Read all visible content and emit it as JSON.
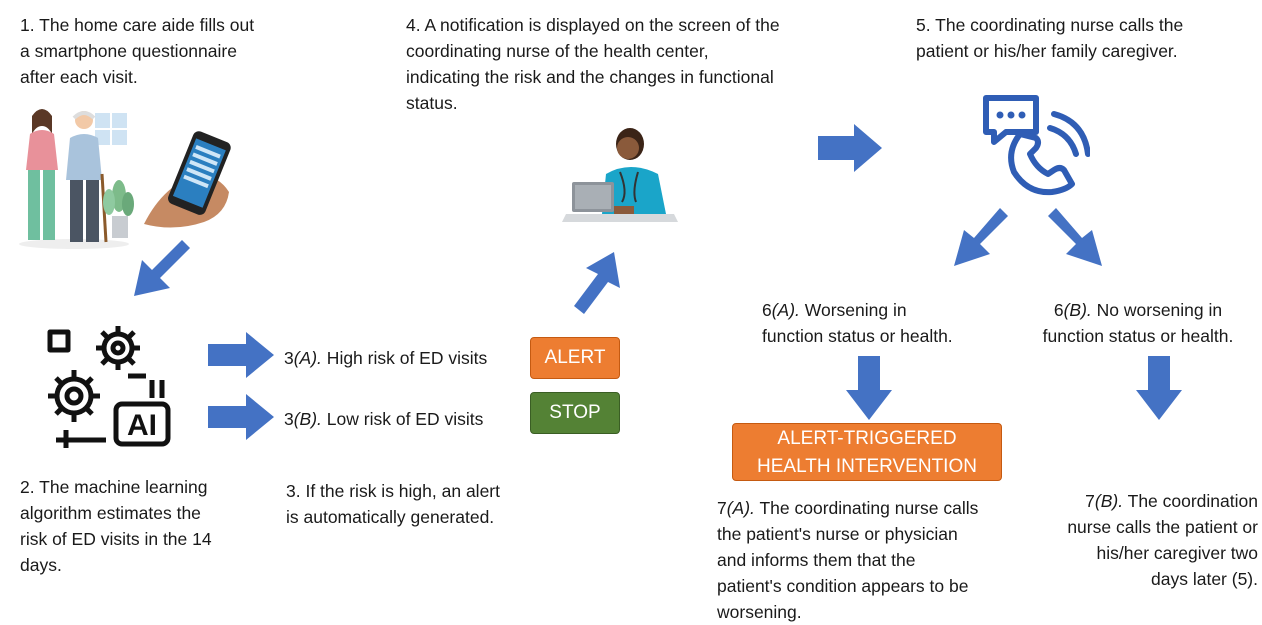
{
  "steps": {
    "s1": "1. The home care aide fills out\na smartphone questionnaire\nafter each visit.",
    "s2": "2. The machine learning\nalgorithm estimates the\nrisk of ED visits in the 14\ndays.",
    "s3a_prefix": "3",
    "s3a_em": "(A).",
    "s3a_text": " High risk of ED visits",
    "s3b_prefix": "3",
    "s3b_em": "(B).",
    "s3b_text": " Low risk of ED visits",
    "s3": "3. If the risk is high, an alert\nis automatically generated.",
    "s4": "4. A notification is displayed on the screen of the\ncoordinating nurse of the health center,\nindicating the risk and the changes in functional\nstatus.",
    "s5": "5. The coordinating nurse calls the\npatient or his/her family caregiver.",
    "s6a_prefix": "6",
    "s6a_em": "(A).",
    "s6a_text": " Worsening in\nfunction status or health.",
    "s6b_prefix": "6",
    "s6b_em": "(B).",
    "s6b_text": " No worsening in\nfunction status or health.",
    "s7a_prefix": "7",
    "s7a_em": "(A).",
    "s7a_text": " The coordinating nurse calls\nthe patient's nurse or physician\nand informs them that the\npatient's condition appears to be\nworsening.",
    "s7b_prefix": "7",
    "s7b_em": "(B).",
    "s7b_text": " The coordination\nnurse calls the patient or\nhis/her caregiver two\ndays later (5)."
  },
  "badges": {
    "alert": "ALERT",
    "stop": "STOP",
    "intervention": "ALERT-TRIGGERED\nHEALTH INTERVENTION"
  },
  "app_logo": "AI",
  "colors": {
    "arrow_blue": "#4472C4",
    "alert_orange": "#ED7D31",
    "stop_green": "#548235",
    "icon_blue": "#2F5DB5"
  },
  "icons": [
    "caregiver-illustration",
    "smartphone-questionnaire-icon",
    "ai-gears-icon",
    "nurse-at-laptop-illustration",
    "phone-call-icon"
  ]
}
